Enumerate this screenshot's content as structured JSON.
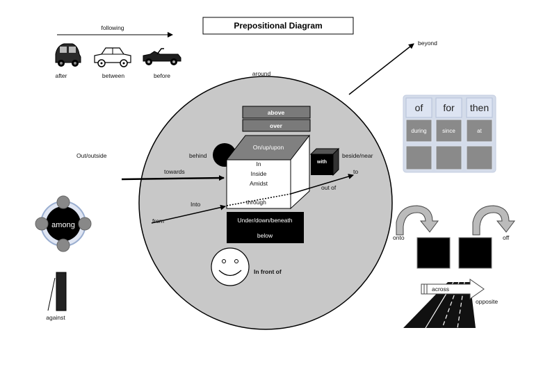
{
  "title": "Prepositional Diagram",
  "top_left": {
    "arrow_label": "following",
    "car_labels": [
      "after",
      "between",
      "before"
    ]
  },
  "circle": {
    "around": "around",
    "beyond": "beyond",
    "out_outside": "Out/outside",
    "behind": "behind",
    "above": "above",
    "over": "over",
    "on_up_upon": "On/up/upon",
    "inner_lines": [
      "In",
      "Inside",
      "Amidst"
    ],
    "with": "with",
    "beside_near": "beside/near",
    "towards": "towards",
    "to": "to",
    "out_of": "out of",
    "into": "Into",
    "through": "through",
    "from": "from",
    "under": "Under/down/beneath",
    "below": "below",
    "in_front_of": "In front of"
  },
  "grid": {
    "headers": [
      "of",
      "for",
      "then"
    ],
    "row2": [
      "during",
      "since",
      "at"
    ]
  },
  "among": "among",
  "against": "against",
  "right_bottom": {
    "onto": "onto",
    "off": "off",
    "across": "across",
    "opposite": "opposite"
  }
}
